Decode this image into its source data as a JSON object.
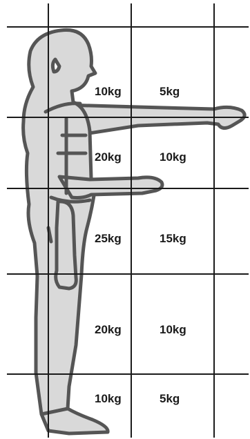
{
  "zones": [
    {
      "inner": "10kg",
      "outer": "5kg"
    },
    {
      "inner": "20kg",
      "outer": "10kg"
    },
    {
      "inner": "25kg",
      "outer": "15kg"
    },
    {
      "inner": "20kg",
      "outer": "10kg"
    },
    {
      "inner": "10kg",
      "outer": "5kg"
    }
  ],
  "colors": {
    "figure_fill": "#d9d9d9",
    "figure_stroke": "#555555",
    "grid": "#1a1a1a"
  },
  "icons": {
    "figure": "standing-human-silhouette-icon"
  }
}
